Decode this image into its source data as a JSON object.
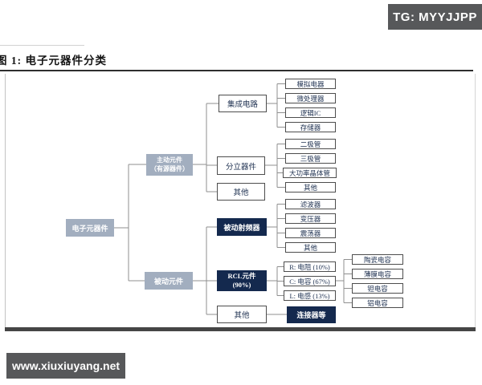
{
  "header": {
    "tg_badge": "TG: MYYJJPP"
  },
  "figure": {
    "title": "图 1: 电子元器件分类"
  },
  "watermark": {
    "text": "www.xiuxiuyang.net"
  },
  "colors": {
    "badge_gray": "#57585a",
    "box_gray_blue": "#a2aebf",
    "box_navy": "#14294e",
    "box_text_navy": "#1e3050",
    "connector_gray": "#8f8f8f"
  },
  "tree": {
    "root": "电子元器件",
    "active": {
      "line1": "主动元件",
      "line2": "（有源器件）"
    },
    "passive": "被动元件",
    "ic": "集成电路",
    "discrete": "分立器件",
    "active_other": "其他",
    "ic_children": {
      "analog": "模拟电器",
      "micro": "微处理器",
      "logic": "逻辑IC",
      "memory": "存储器"
    },
    "discrete_children": {
      "diode": "二极管",
      "triode": "三极管",
      "power": "大功率晶体管",
      "other": "其他"
    },
    "rf": "被动射频器",
    "rf_children": {
      "filter": "滤波器",
      "transformer": "变压器",
      "oscillator": "震荡器",
      "other": "其他"
    },
    "rcl": {
      "line1": "RCL元件",
      "line2": "(90%)"
    },
    "rcl_children": {
      "r": "R: 电阻 (10%)",
      "c": "C: 电容 (67%)",
      "l": "L: 电感 (13%)"
    },
    "cap_children": {
      "ceramic": "陶瓷电容",
      "film": "薄膜电容",
      "tantalum": "钽电容",
      "aluminum": "铝电容"
    },
    "passive_other": "其他",
    "connector": "连接器等"
  }
}
